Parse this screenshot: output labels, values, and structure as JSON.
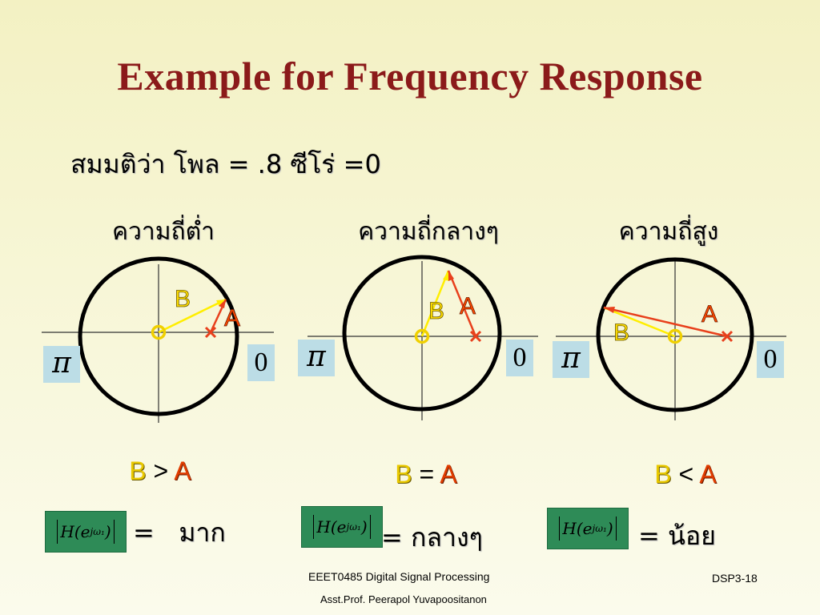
{
  "title": "Example for Frequency Response",
  "assumption": "สมมติว่า โพล = .8 ซีโร่ =0",
  "columns": [
    {
      "heading": "ความถี่ต่ำ",
      "pi_label": "π",
      "zero_label": "0",
      "label_b": "B",
      "label_a": "A",
      "comparison": {
        "left": "B",
        "op": ">",
        "right": "A"
      },
      "magnitude_expr": {
        "h": "H",
        "open": "(",
        "base": "e",
        "exp": "jω₁",
        "close": ")"
      },
      "result": "=   มาก"
    },
    {
      "heading": "ความถี่กลางๆ",
      "pi_label": "π",
      "zero_label": "0",
      "label_b": "B",
      "label_a": "A",
      "comparison": {
        "left": "B",
        "op": "=",
        "right": "A"
      },
      "magnitude_expr": {
        "h": "H",
        "open": "(",
        "base": "e",
        "exp": "jω₁",
        "close": ")"
      },
      "result": "= กลางๆ"
    },
    {
      "heading": "ความถี่สูง",
      "pi_label": "π",
      "zero_label": "0",
      "label_b": "B",
      "label_a": "A",
      "comparison": {
        "left": "B",
        "op": "<",
        "right": "A"
      },
      "magnitude_expr": {
        "h": "H",
        "open": "(",
        "base": "e",
        "exp": "jω₁",
        "close": ")"
      },
      "result": "= น้อย"
    }
  ],
  "footer": {
    "course": "EEET0485 Digital Signal Processing",
    "author": "Asst.Prof. Peerapol Yuvapoositanon",
    "slide": "DSP3-18"
  },
  "colors": {
    "title": "#8b1a1a",
    "vector_b": "#ffee00",
    "vector_a": "#e8401c",
    "box_bg": "#bcdde6",
    "magnitude_bg": "#2e8b57"
  }
}
